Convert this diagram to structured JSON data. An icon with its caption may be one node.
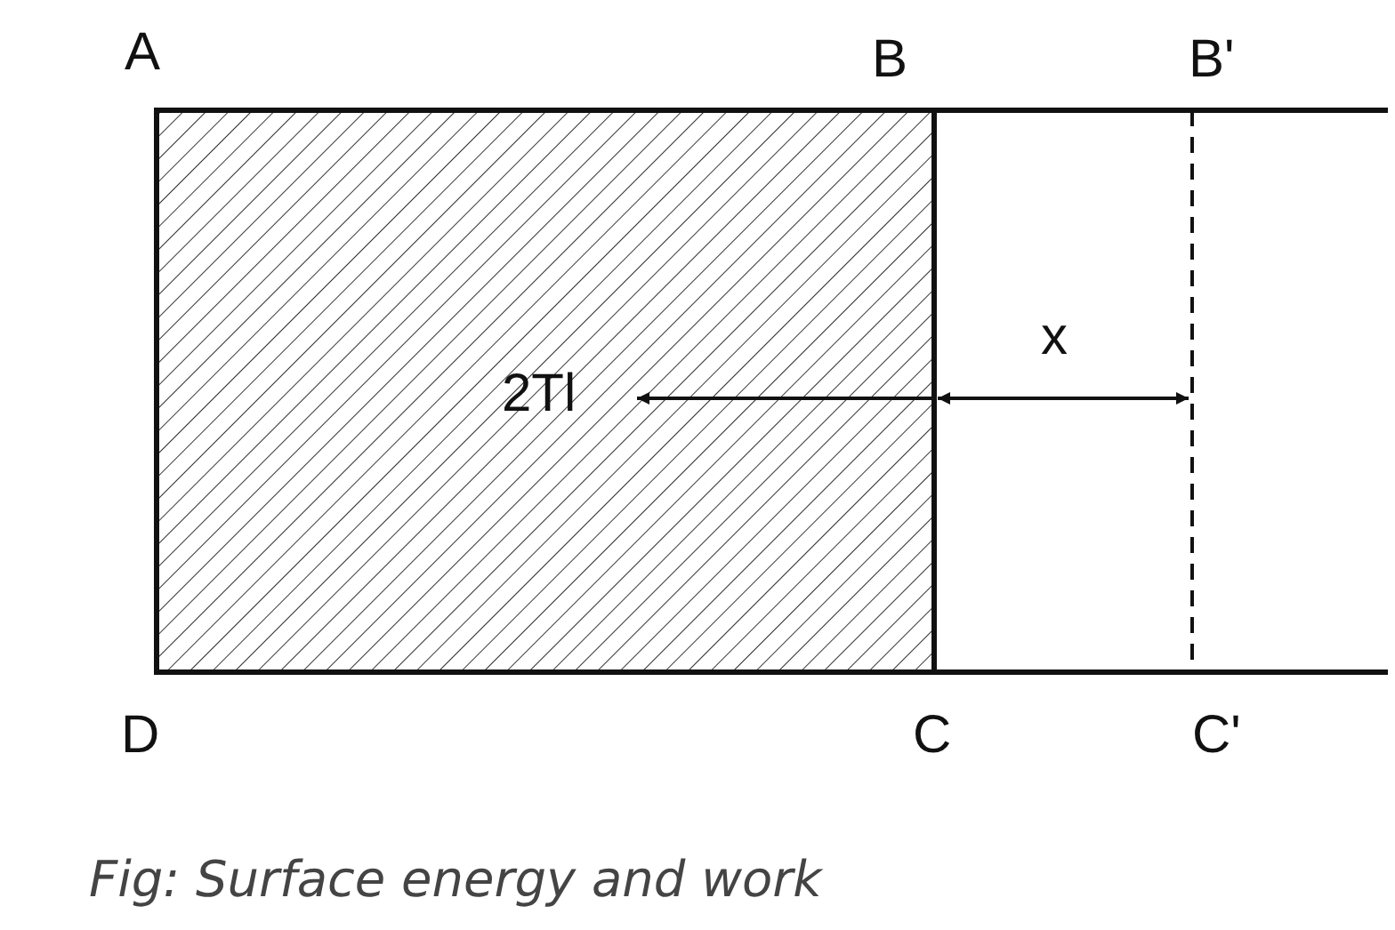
{
  "diagram": {
    "caption": "Fig: Surface energy and work",
    "labels": [
      "A",
      "B",
      "B'",
      "x",
      "2Tl",
      "D",
      "C",
      "C'"
    ]
  }
}
